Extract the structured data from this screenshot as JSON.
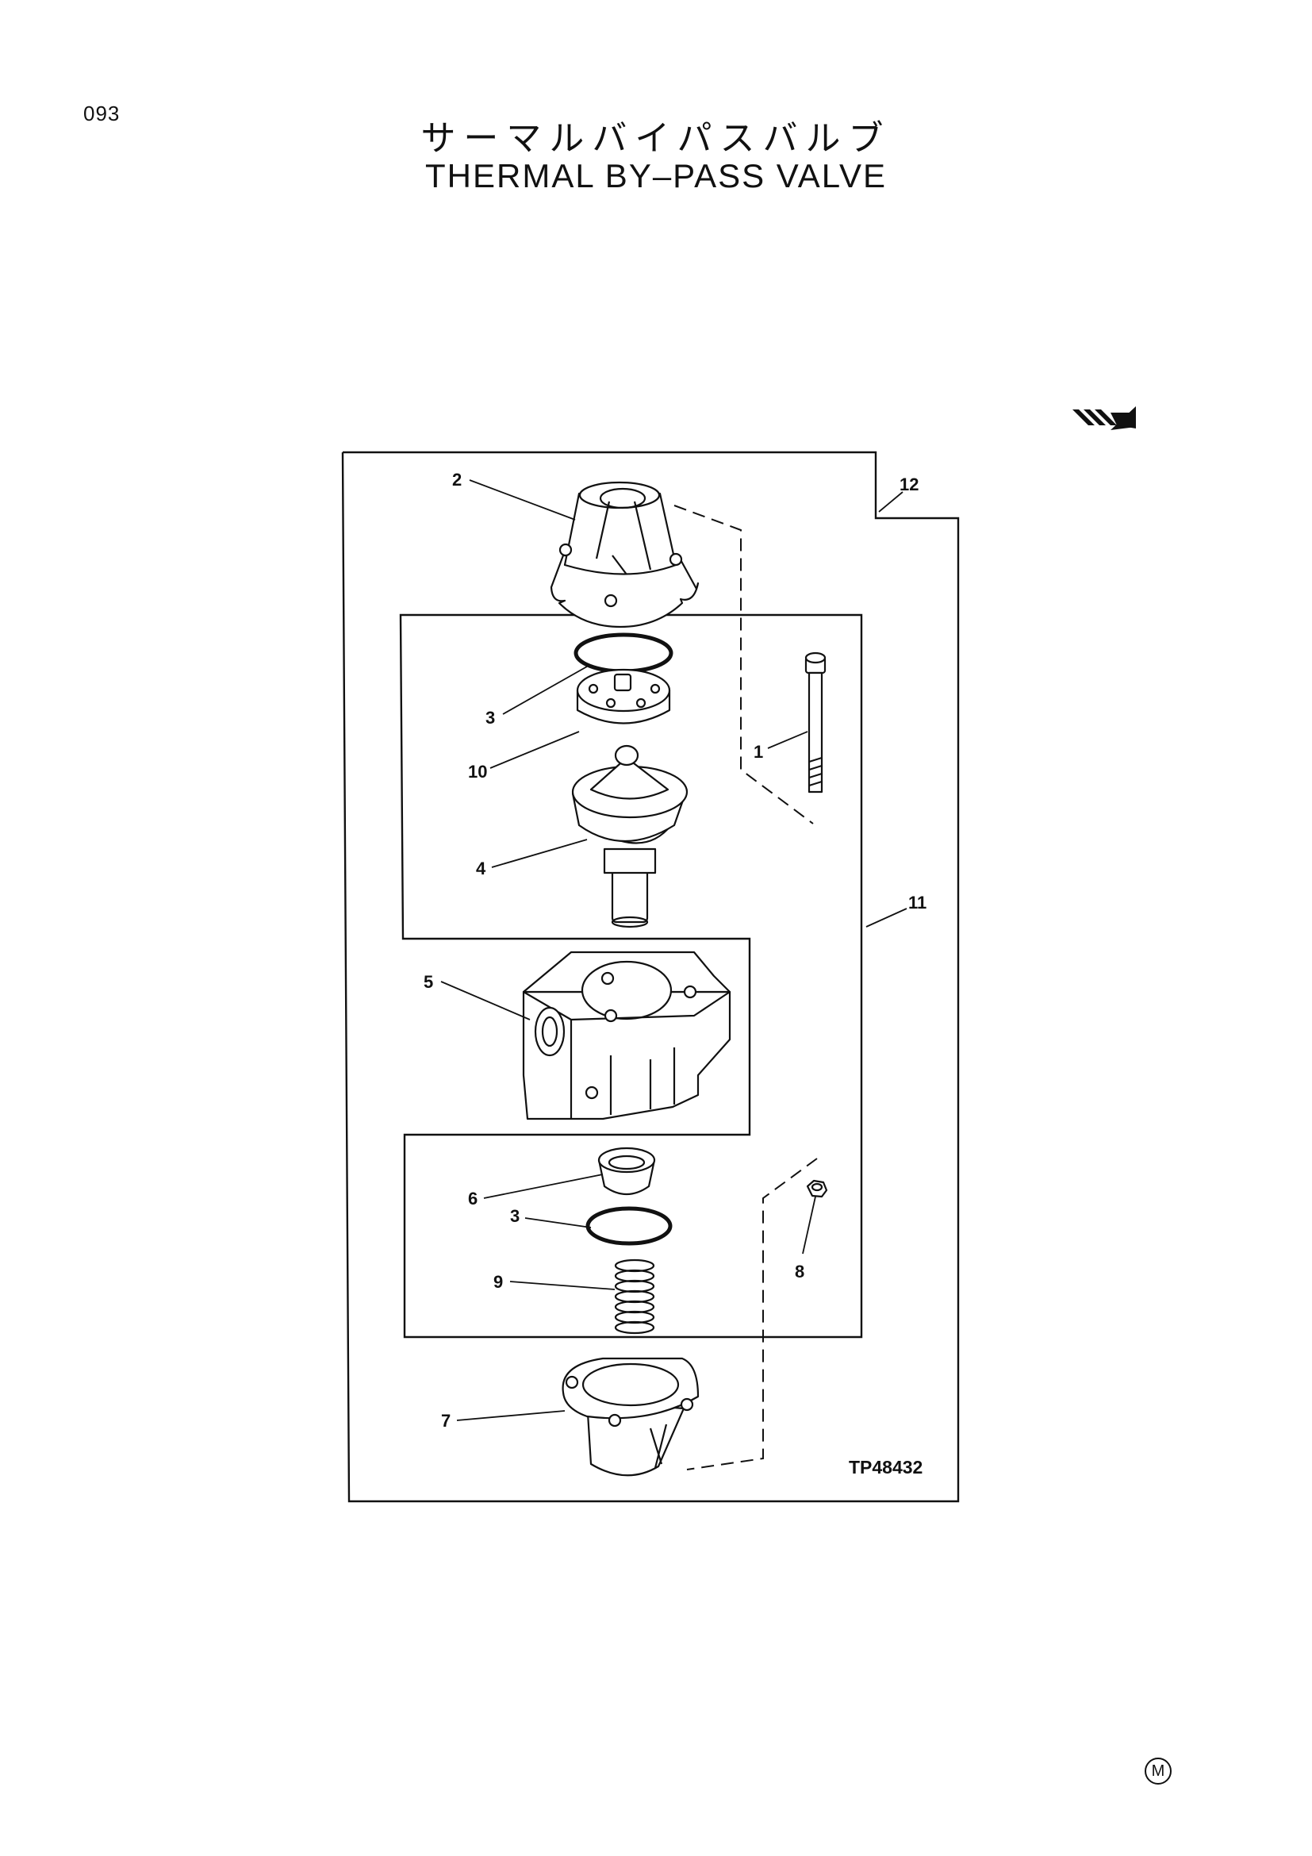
{
  "page": {
    "number": "093",
    "title_jp": "サーマルバイパスバルブ",
    "title_en": "THERMAL BY–PASS VALVE",
    "mark": "M"
  },
  "diagram": {
    "figure_code": "TP48432",
    "callouts": {
      "c1": "1",
      "c2": "2",
      "c3a": "3",
      "c3b": "3",
      "c4": "4",
      "c5": "5",
      "c6": "6",
      "c7": "7",
      "c8": "8",
      "c9": "9",
      "c10": "10",
      "c11": "11",
      "c12": "12"
    },
    "front_arrow_icon": "front-direction-arrow-icon"
  }
}
